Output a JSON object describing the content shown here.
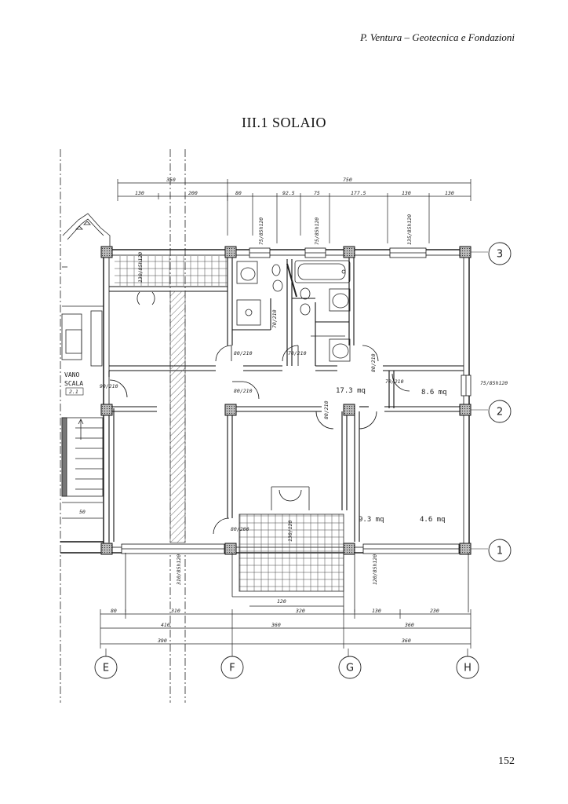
{
  "header": {
    "running_title": "P. Ventura – Geotecnica e Fondazioni"
  },
  "title": "III.1 SOLAIO",
  "page_number": "152",
  "plan": {
    "grid_axes_rows": [
      "3",
      "2",
      "1"
    ],
    "grid_axes_cols": [
      "E",
      "F",
      "G",
      "H"
    ],
    "top_dims_overall": [
      "350",
      "750"
    ],
    "top_dims_detail": [
      "130",
      "200",
      "80",
      "92.5",
      "75",
      "177.5",
      "130",
      "130"
    ],
    "bottom_dims_row1": [
      "80",
      "310",
      "320",
      "130",
      "230"
    ],
    "bottom_dims_row2": [
      "410",
      "360",
      "360"
    ],
    "bottom_dims_row3": [
      "390",
      "360"
    ],
    "room_areas": [
      "17.3 mq",
      "8.6 mq",
      "9.3 mq",
      "4.6 mq"
    ],
    "stair_label_1": "VANO",
    "stair_label_2": "SCALA",
    "stair_tag": "2.1",
    "door_labels": [
      "80/210",
      "70/210",
      "70/210",
      "80/210",
      "90/210",
      "80/210",
      "80/210",
      "70/210",
      "80/200"
    ],
    "window_labels": [
      "75/85h120",
      "75/85h120",
      "135/85h120",
      "75/85h120",
      "130/85h120",
      "310/85h120",
      "120/85h120",
      "130/120"
    ],
    "misc_dims": [
      "120",
      "50"
    ]
  }
}
